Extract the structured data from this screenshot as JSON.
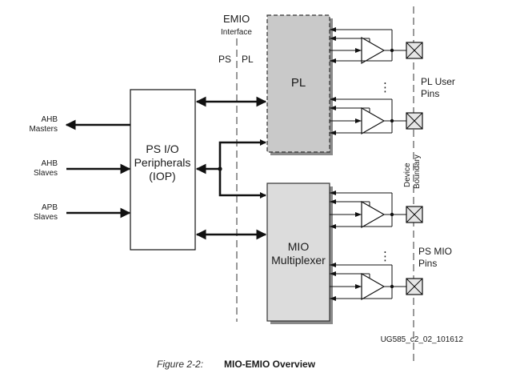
{
  "labels": {
    "emio": "EMIO",
    "interface": "Interface",
    "ps": "PS",
    "pl": "PL",
    "pl_block": "PL",
    "iop_line1": "PS I/O",
    "iop_line2": "Peripherals",
    "iop_line3": "(IOP)",
    "mio_line1": "MIO",
    "mio_line2": "Multiplexer",
    "ahb_masters_1": "AHB",
    "ahb_masters_2": "Masters",
    "ahb_slaves_1": "AHB",
    "ahb_slaves_2": "Slaves",
    "apb_slaves_1": "APB",
    "apb_slaves_2": "Slaves",
    "pl_user_pins_1": "PL User",
    "pl_user_pins_2": "Pins",
    "ps_mio_pins_1": "PS MIO",
    "ps_mio_pins_2": "Pins",
    "device_1": "Device",
    "device_2": "Boundary",
    "ellipsis": "⋮",
    "figure_id": "UG585_c2_02_101612"
  },
  "caption": {
    "number": "Figure 2-2:",
    "title": "MIO-EMIO Overview"
  },
  "colors": {
    "pl_fill": "#c9c9c9",
    "mio_fill": "#dcdcdc",
    "line": "#111111"
  }
}
